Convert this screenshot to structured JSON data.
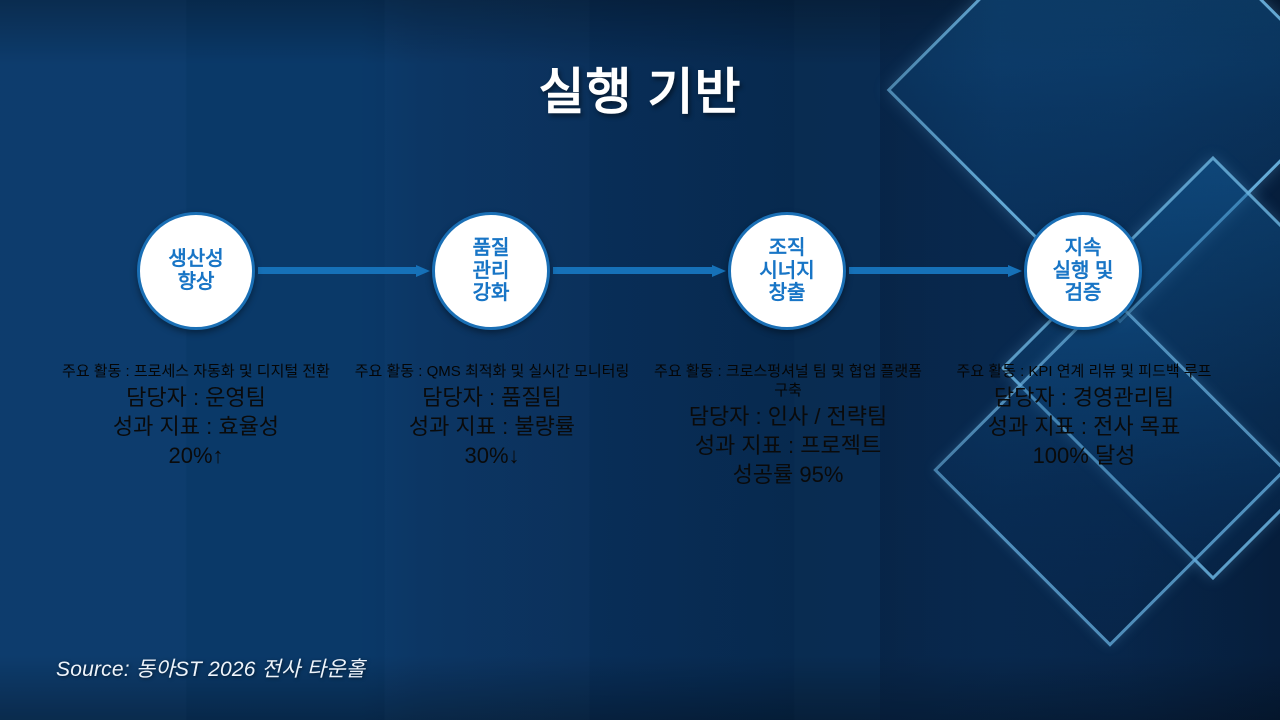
{
  "slide": {
    "title": "실행 기반",
    "source": "Source:  동아ST 2026  전사 타운홀"
  },
  "theme": {
    "background_dark": "#041d3c",
    "background_light": "#0a3a6b",
    "accent_blue": "#1671b8",
    "node_border": "#1a6fb5",
    "node_text": "#1875c6",
    "node_fill": "#ffffff",
    "deco_outline": "#7dcdfa",
    "title_color": "#ffffff",
    "caption_color": "#000000"
  },
  "flow": {
    "nodes": [
      {
        "id": "node-1",
        "label": "생산성\n향상"
      },
      {
        "id": "node-2",
        "label": "품질\n관리\n강화"
      },
      {
        "id": "node-3",
        "label": "조직\n시너지\n창출"
      },
      {
        "id": "node-4",
        "label": "지속\n실행 및\n검증"
      }
    ],
    "connectors": [
      {
        "id": "arrow-1",
        "from": "node-1",
        "to": "node-2",
        "style": "solid-arrow-right"
      },
      {
        "id": "arrow-2",
        "from": "node-2",
        "to": "node-3",
        "style": "solid-arrow-right"
      },
      {
        "id": "arrow-3",
        "from": "node-3",
        "to": "node-4",
        "style": "solid-arrow-right"
      }
    ]
  },
  "captions": [
    {
      "activity": "주요 활동 : 프로세스 자동화 및 디지털 전환",
      "owner": "담당자 :  운영팀",
      "metric": "성과 지표 :  효율성\n20%↑"
    },
    {
      "activity": "주요 활동 : QMS  최적화 및 실시간 모니터링",
      "owner": "담당자 :  품질팀",
      "metric": "성과 지표 :  불량률\n30%↓"
    },
    {
      "activity": "주요 활동 : 크로스펑셔널 팀 및 협업 플랫폼 구축",
      "owner": "담당자 :  인사 / 전략팀",
      "metric": "성과 지표 :  프로젝트\n성공률  95%"
    },
    {
      "activity": "주요 활동 : KPI  연계 리뷰 및 피드백 루프",
      "owner": "담당자 :  경영관리팀",
      "metric": "성과 지표 :  전사 목표\n100% 달성"
    }
  ]
}
